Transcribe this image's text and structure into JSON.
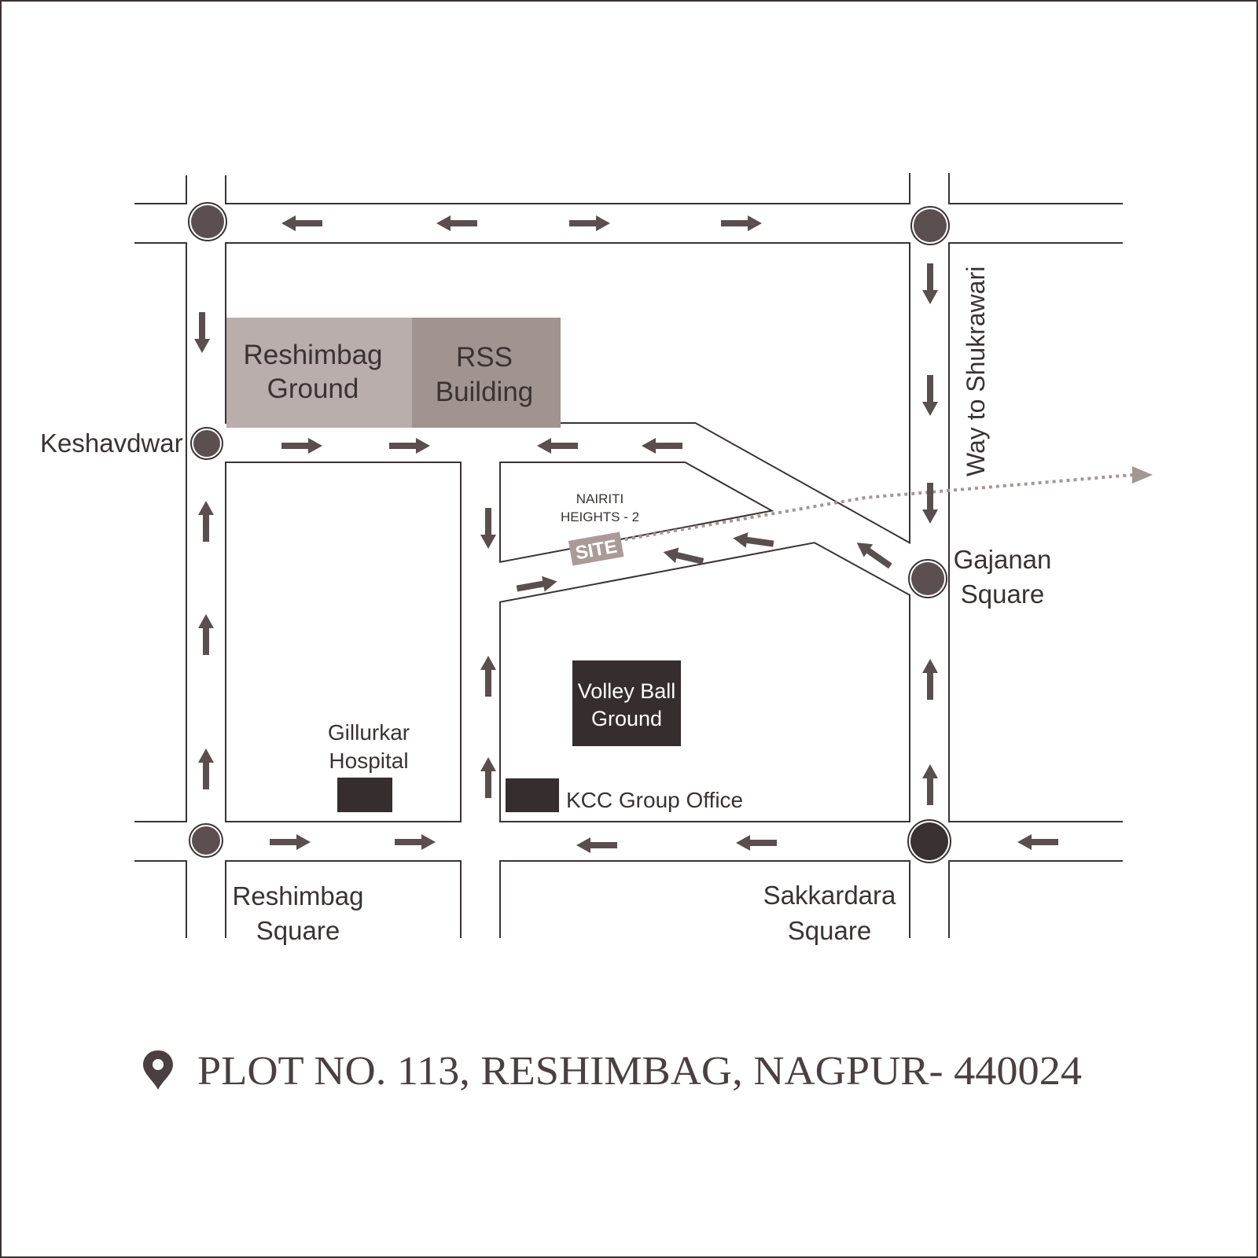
{
  "colors": {
    "road_outline": "#3a3233",
    "arrow": "#5a4e4f",
    "square_fill": "#5b4f50",
    "square_dark": "#3a3132",
    "reshimbag_ground": "#b9aeab",
    "rss_building": "#a1938f",
    "dark_block": "#352d2e",
    "site_fill": "#a89b98",
    "dotted": "#a39794"
  },
  "labels": {
    "reshimbag_ground": [
      "Reshimbag",
      "Ground"
    ],
    "rss_building": [
      "RSS",
      "Building"
    ],
    "keshavdwar": "Keshavdwar",
    "way_to_shukrawari": "Way to Shukrawari",
    "nairiti": [
      "NAIRITI",
      "HEIGHTS - 2"
    ],
    "site": "SITE",
    "gajanan_square": [
      "Gajanan",
      "Square"
    ],
    "volley_ball_ground": [
      "Volley Ball",
      "Ground"
    ],
    "gillurkar_hospital": [
      "Gillurkar",
      "Hospital"
    ],
    "kcc_group_office": "KCC Group Office",
    "reshimbag_square": [
      "Reshimbag",
      "Square"
    ],
    "sakkardara_square": [
      "Sakkardara",
      "Square"
    ]
  },
  "address": {
    "icon": "location-pin-icon",
    "text": "PLOT NO. 113, RESHIMBAG, NAGPUR- 440024"
  }
}
